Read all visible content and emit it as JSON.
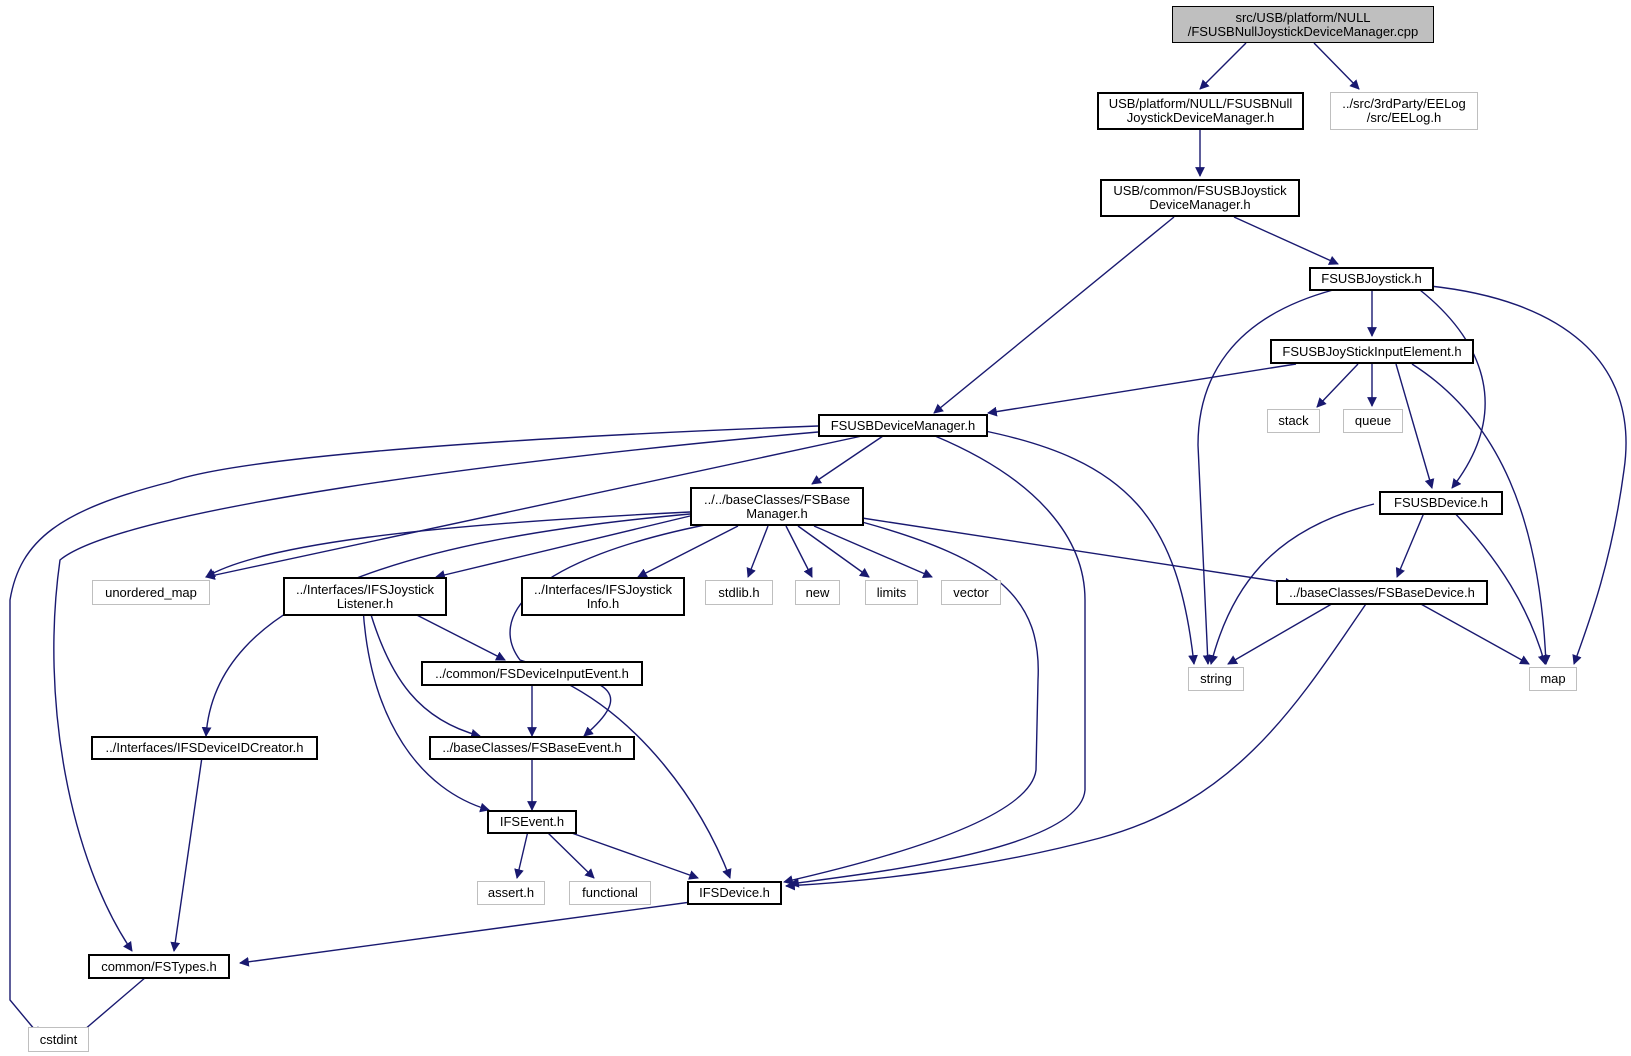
{
  "colors": {
    "edge": "#191970",
    "local_border": "#000000",
    "external_border": "#bfbfbf",
    "root_fill": "#bfbfbf"
  },
  "nodes": {
    "root": "src/USB/platform/NULL\n/FSUSBNullJoystickDeviceManager.cpp",
    "null_dm": "USB/platform/NULL/FSUSBNull\nJoystickDeviceManager.h",
    "eelog": "../src/3rdParty/EELog\n/src/EELog.h",
    "common_jdm": "USB/common/FSUSBJoystick\nDeviceManager.h",
    "joystick": "FSUSBJoystick.h",
    "input_element": "FSUSBJoyStickInputElement.h",
    "device_manager": "FSUSBDeviceManager.h",
    "stack": "stack",
    "queue": "queue",
    "base_manager": "../../baseClasses/FSBase\nManager.h",
    "usb_device": "FSUSBDevice.h",
    "unordered_map": "unordered_map",
    "joystick_listener": "../Interfaces/IFSJoystick\nListener.h",
    "joystick_info": "../Interfaces/IFSJoystick\nInfo.h",
    "stdlib": "stdlib.h",
    "new": "new",
    "limits": "limits",
    "vector": "vector",
    "base_device": "../baseClasses/FSBaseDevice.h",
    "string": "string",
    "map": "map",
    "device_input_event": "../common/FSDeviceInputEvent.h",
    "id_creator": "../Interfaces/IFSDeviceIDCreator.h",
    "base_event": "../baseClasses/FSBaseEvent.h",
    "ifs_event": "IFSEvent.h",
    "assert": "assert.h",
    "functional": "functional",
    "ifs_device": "IFSDevice.h",
    "fstypes": "common/FSTypes.h",
    "cstdint": "cstdint"
  }
}
